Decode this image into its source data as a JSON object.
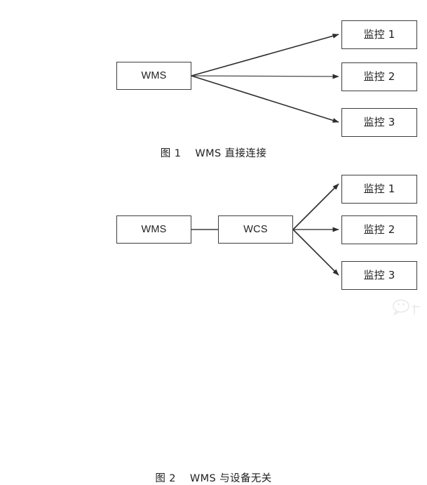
{
  "document": {
    "background_color": "#ffffff",
    "line_color": "#3d3d3d",
    "text_color": "#1f1f1f"
  },
  "figures": [
    {
      "id": "figure-1",
      "caption": "图 1    WMS 直接连接",
      "source_node": {
        "label": "WMS"
      },
      "target_nodes": [
        {
          "label": "监控 1"
        },
        {
          "label": "监控 2"
        },
        {
          "label": "监控 3"
        }
      ]
    },
    {
      "id": "figure-2",
      "caption": "图 2    WMS 与设备无关",
      "source_node": {
        "label": "WMS"
      },
      "middle_node": {
        "label": "WCS"
      },
      "target_nodes": [
        {
          "label": "监控 1"
        },
        {
          "label": "监控 2"
        },
        {
          "label": "监控 3"
        }
      ]
    }
  ],
  "watermark": {
    "name": "wechat-logo-watermark"
  }
}
